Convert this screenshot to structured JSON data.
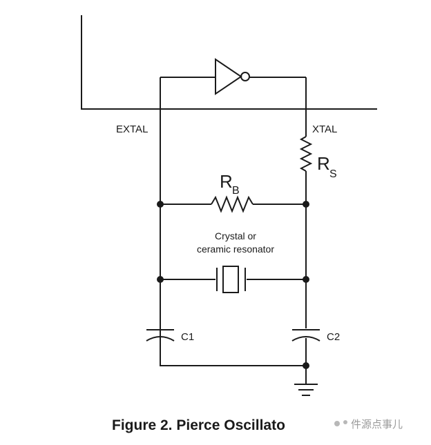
{
  "labels": {
    "extal": "EXTAL",
    "xtal": "XTAL",
    "rs_main": "R",
    "rs_sub": "S",
    "rb_main": "R",
    "rb_sub": "B",
    "resonator_line1": "Crystal or",
    "resonator_line2": "ceramic resonator",
    "c1": "C1",
    "c2": "C2"
  },
  "caption": "Figure 2. Pierce Oscillato",
  "watermark": "件源点事儿"
}
